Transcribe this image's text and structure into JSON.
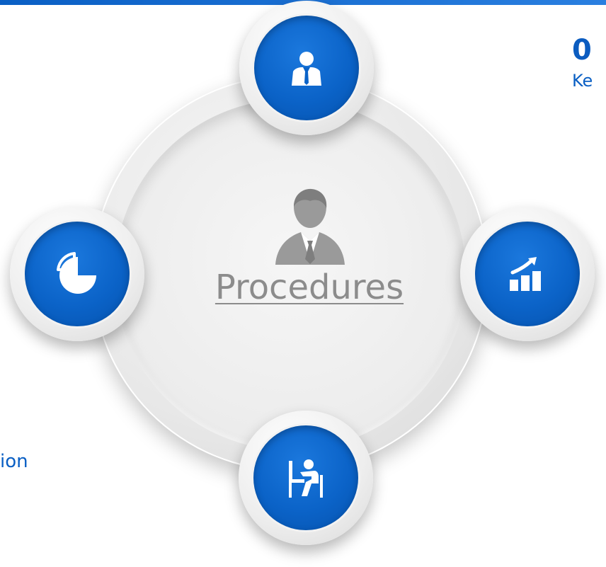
{
  "center": {
    "title": "Procedures"
  },
  "labels": {
    "top_right_number": "0",
    "top_right_sub": "Ke",
    "bottom_left": "ion"
  },
  "nodes": [
    {
      "name": "top",
      "icon": "businessman-icon"
    },
    {
      "name": "right",
      "icon": "growth-chart-icon"
    },
    {
      "name": "bottom",
      "icon": "person-at-desk-icon"
    },
    {
      "name": "left",
      "icon": "pie-chart-icon"
    }
  ],
  "colors": {
    "accent": "#0b63c8",
    "ring": "#e8e8e8",
    "center_text": "#8c8c8c"
  }
}
